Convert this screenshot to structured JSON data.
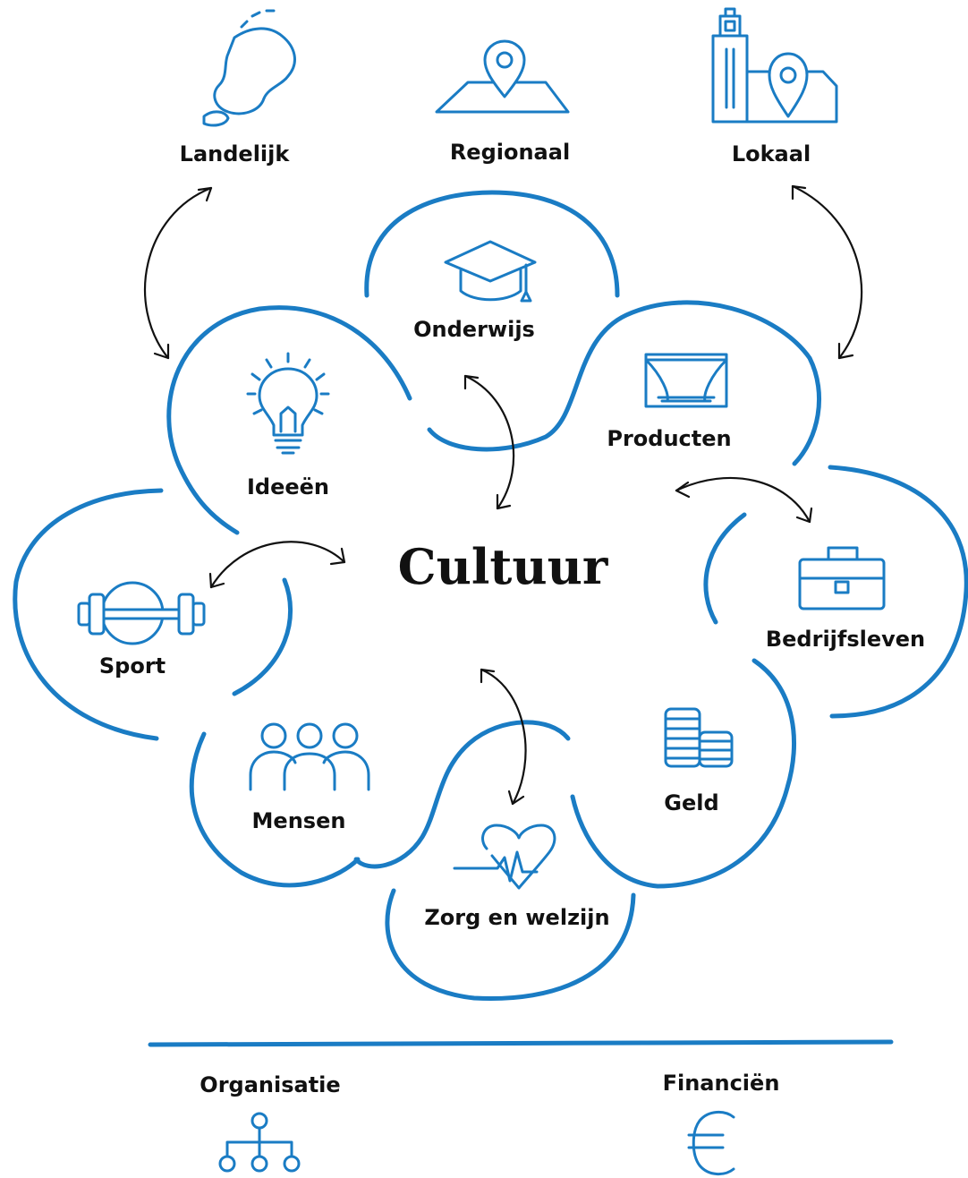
{
  "scope": {
    "landelijk": "Landelijk",
    "regionaal": "Regionaal",
    "lokaal": "Lokaal"
  },
  "center": "Cultuur",
  "domains": {
    "onderwijs": "Onderwijs",
    "producten": "Producten",
    "ideeen": "Ideeën",
    "bedrijfsleven": "Bedrijfsleven",
    "sport": "Sport",
    "mensen": "Mensen",
    "geld": "Geld",
    "zorg": "Zorg en welzijn"
  },
  "footer": {
    "organisatie": "Organisatie",
    "financien": "Financiën"
  },
  "colors": {
    "accent": "#1a7cc4",
    "text": "#111111"
  },
  "icons": {
    "landelijk": "netherlands-map-icon",
    "regionaal": "map-pin-icon",
    "lokaal": "town-pin-icon",
    "onderwijs": "graduation-cap-icon",
    "producten": "theater-stage-icon",
    "ideeen": "lightbulb-icon",
    "bedrijfsleven": "briefcase-icon",
    "sport": "barbell-icon",
    "mensen": "people-icon",
    "geld": "coins-icon",
    "zorg": "heart-pulse-icon",
    "organisatie": "org-chart-icon",
    "financien": "euro-icon"
  }
}
